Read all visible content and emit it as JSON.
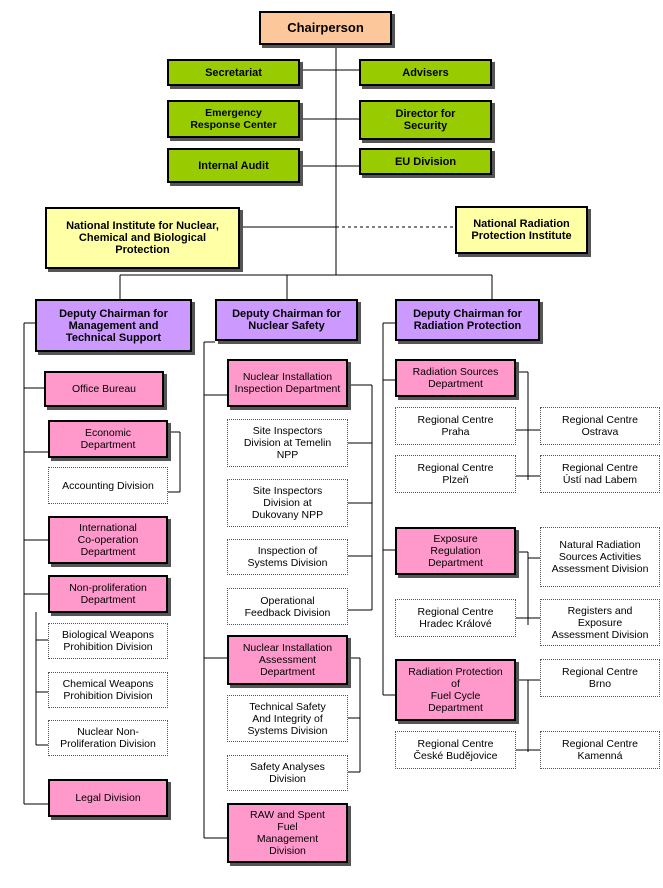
{
  "top": {
    "chairperson": "Chairperson",
    "secretariat": "Secretariat",
    "advisers": "Advisers",
    "emergency": "Emergency\nResponse Center",
    "director_security": "Director for\nSecurity",
    "internal_audit": "Internal Audit",
    "eu_division": "EU Division",
    "nuclear_institute": "National Institute for Nuclear,\nChemical and Biological\nProtection",
    "radiation_institute": "National Radiation\nProtection Institute"
  },
  "col1": {
    "head": "Deputy Chairman for\nManagement and\nTechnical Support",
    "office_bureau": "Office Bureau",
    "economic": "Economic\nDepartment",
    "accounting": "Accounting Division",
    "international": "International\nCo-operation\nDepartment",
    "nonprolif": "Non-proliferation\nDepartment",
    "bio_weapons": "Biological Weapons\nProhibition Division",
    "chem_weapons": "Chemical Weapons\nProhibition Division",
    "nuclear_nonprolif": "Nuclear Non-\nProliferation Division",
    "legal": "Legal Division"
  },
  "col2": {
    "head": "Deputy Chairman for\nNuclear Safety",
    "inspection_dept": "Nuclear Installation\nInspection Department",
    "temelin": "Site Inspectors\nDivision at Temelin\nNPP",
    "dukovany": "Site Inspectors\nDivision at\nDukovany NPP",
    "systems_inspection": "Inspection of\nSystems Division",
    "operational": "Operational\nFeedback Division",
    "assessment_dept": "Nuclear Installation\nAssessment\nDepartment",
    "technical_safety": "Technical Safety\nAnd Integrity of\nSystems Division",
    "safety_analyses": "Safety Analyses\nDivision",
    "raw": "RAW and Spent\nFuel\nManagement\nDivision"
  },
  "col3": {
    "head": "Deputy Chairman for\nRadiation Protection",
    "sources_dept": "Radiation Sources\nDepartment",
    "praha": "Regional Centre\nPraha",
    "ostrava": "Regional Centre\nOstrava",
    "plzen": "Regional Centre\nPlzeň",
    "usti": "Regional Centre\nÚstí nad Labem",
    "exposure_dept": "Exposure\nRegulation\nDepartment",
    "natural": "Natural Radiation\nSources Activities\nAssessment Division",
    "hradec": "Regional Centre\nHradec Králové",
    "registers": "Registers and\nExposure\nAssessment Division",
    "fuel_cycle": "Radiation Protection\nof\nFuel Cycle\nDepartment",
    "brno": "Regional Centre\nBrno",
    "budejovice": "Regional Centre\nČeské Budějovice",
    "kamenna": "Regional Centre\nKamenná"
  }
}
